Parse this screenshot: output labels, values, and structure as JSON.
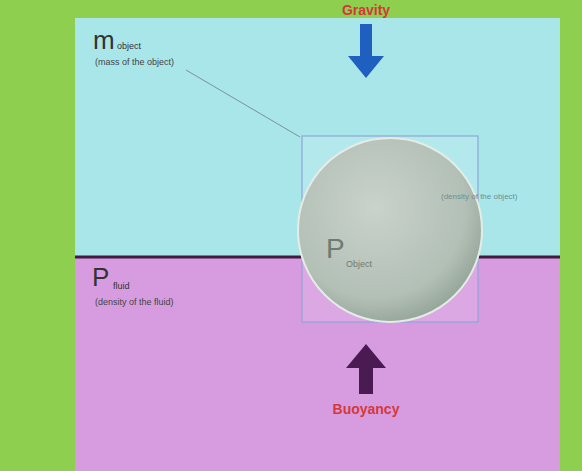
{
  "diagram": {
    "nodes": [
      {
        "text": [
          "P",
          "Object"
        ]
      }
    ],
    "labels": [
      "Gravity",
      "m",
      "object",
      "(mass of the object)",
      "(density of the object)",
      "P",
      "fluid",
      "(density of the fluid)",
      "Buoyancy"
    ]
  }
}
